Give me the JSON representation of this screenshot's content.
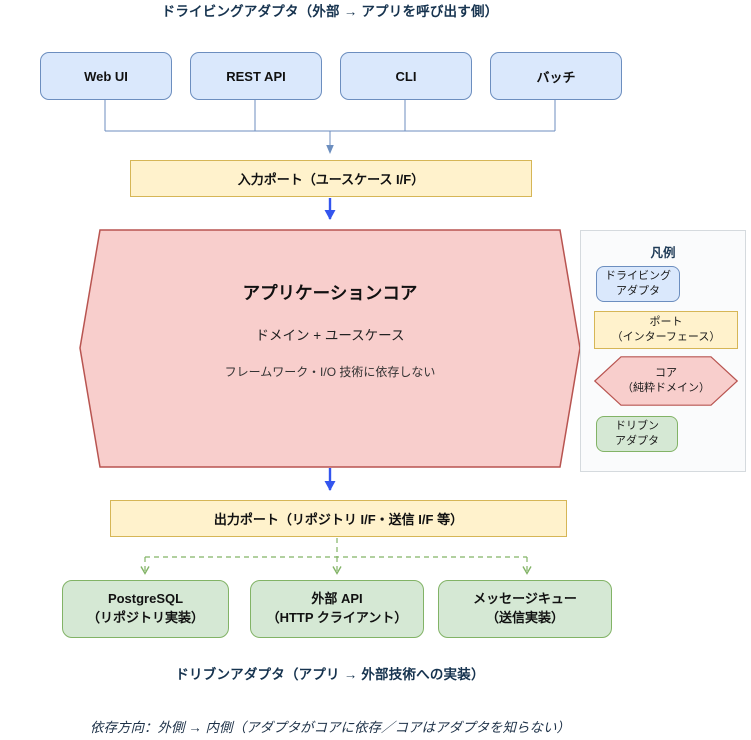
{
  "colors": {
    "driving_fill": "#dae8fc",
    "driving_border": "#6c8ebf",
    "port_fill": "#fff2cc",
    "port_border": "#d6b656",
    "core_fill": "#f8cecc",
    "core_border": "#b85450",
    "driven_fill": "#d5e8d4",
    "driven_border": "#82b366",
    "title_text": "#16334f",
    "connector": "#6c8ebf",
    "flow_arrow": "#3355ee",
    "driven_connector": "#82b366",
    "legend_bg": "#fafbfc"
  },
  "top_title": "ドライビングアダプタ（外部 → アプリを呼び出す側）",
  "driving_adapters": [
    {
      "label": "Web UI"
    },
    {
      "label": "REST API"
    },
    {
      "label": "CLI"
    },
    {
      "label": "バッチ"
    }
  ],
  "input_port": {
    "label": "入力ポート（ユースケース I/F）"
  },
  "core": {
    "title": "アプリケーションコア",
    "subtitle": "ドメイン + ユースケース",
    "note": "フレームワーク・I/O 技術に依存しない"
  },
  "legend": {
    "title": "凡例",
    "driving": {
      "line1": "ドライビング",
      "line2": "アダプタ"
    },
    "port": {
      "line1": "ポート",
      "line2": "（インターフェース）"
    },
    "core": {
      "line1": "コア",
      "line2": "（純粋ドメイン）"
    },
    "driven": {
      "line1": "ドリブン",
      "line2": "アダプタ"
    }
  },
  "output_port": {
    "label": "出力ポート（リポジトリ I/F・送信 I/F 等）"
  },
  "driven_adapters": [
    {
      "line1": "PostgreSQL",
      "line2": "（リポジトリ実装）"
    },
    {
      "line1": "外部 API",
      "line2": "（HTTP クライアント）"
    },
    {
      "line1": "メッセージキュー",
      "line2": "（送信実装）"
    }
  ],
  "bottom_title": "ドリブンアダプタ（アプリ → 外部技術への実装）",
  "dependency_note": "依存方向：外側 → 内側（アダプタがコアに依存／コアはアダプタを知らない）"
}
